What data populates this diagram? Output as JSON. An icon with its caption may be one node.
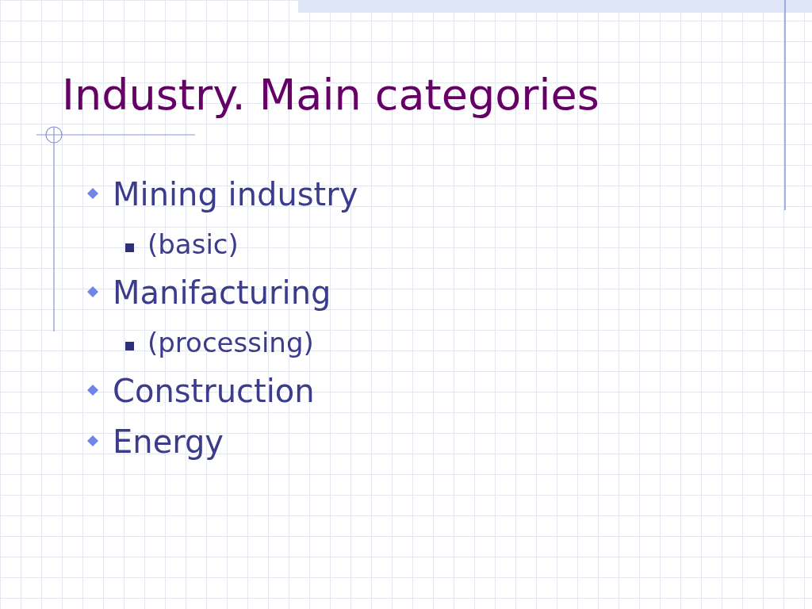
{
  "diagram": {
    "title": "Industry. Main categories",
    "labels": [
      "Mining industry",
      "(basic)",
      "Manifacturing",
      "(processing)",
      "Construction",
      "Energy"
    ]
  }
}
